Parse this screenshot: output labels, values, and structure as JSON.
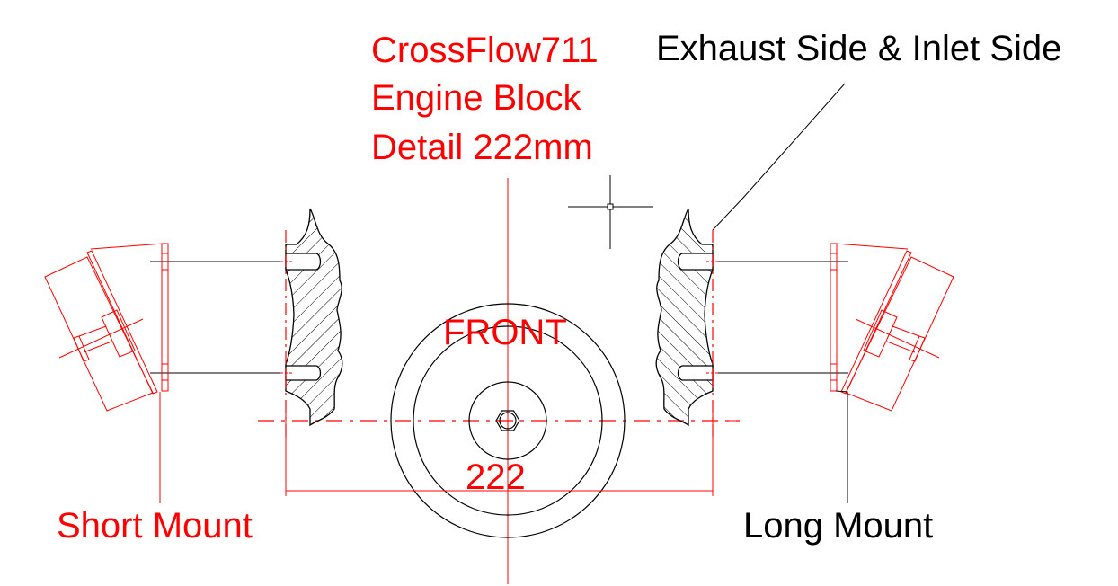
{
  "title": {
    "line1": "CrossFlow711",
    "line2": "Engine Block",
    "line3": "Detail 222mm"
  },
  "labels": {
    "exhaust_inlet": "Exhaust Side & Inlet Side",
    "front": "FRONT",
    "dimension": "222",
    "short_mount": "Short Mount",
    "long_mount": "Long Mount"
  },
  "colors": {
    "annotation_red": "#ff0000",
    "line_black": "#000000"
  }
}
